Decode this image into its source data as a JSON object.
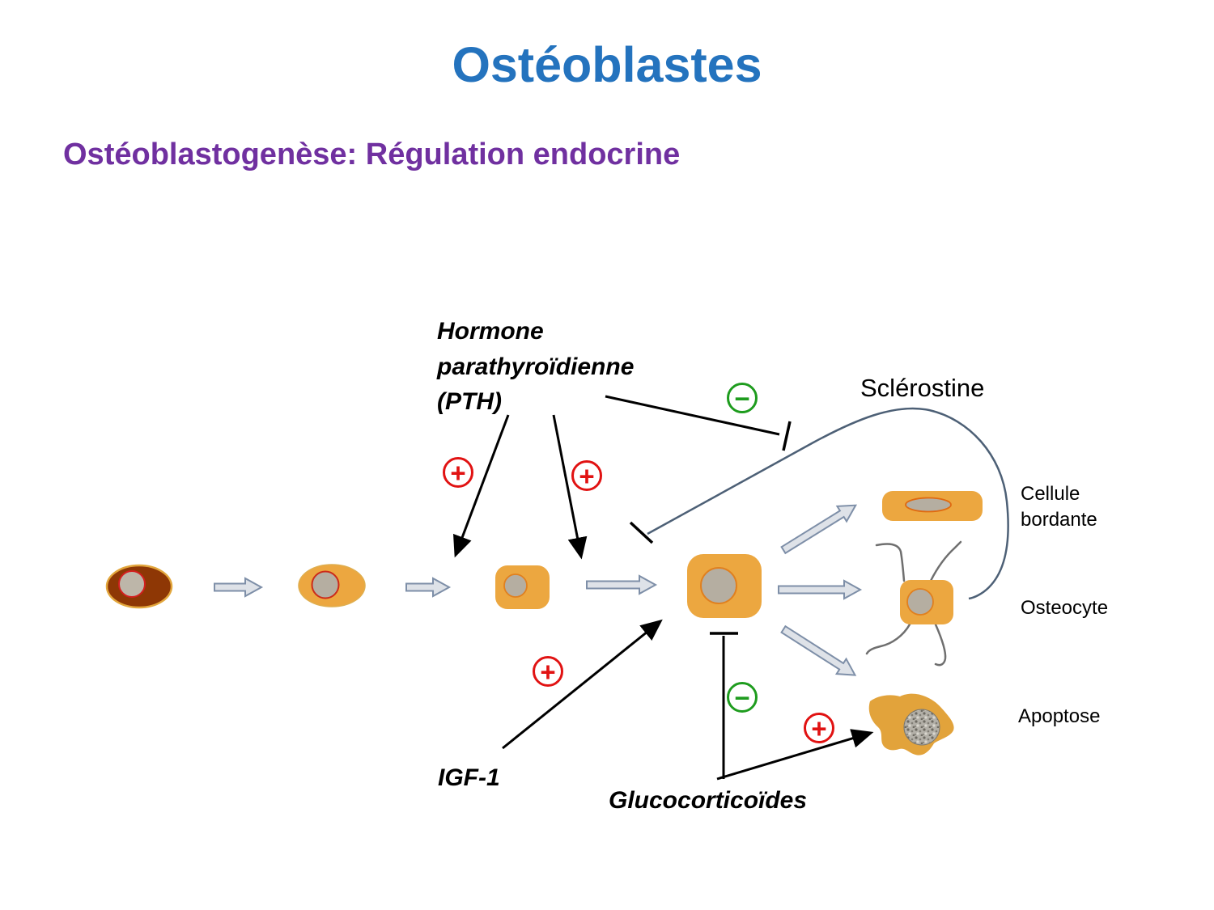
{
  "slide": {
    "title": "Ostéoblastes",
    "subtitle": "Ostéoblastogenèse: Régulation endocrine"
  },
  "factors": {
    "pth": "Hormone parathyroïdienne (PTH)",
    "igf1": "IGF-1",
    "glucocorticoides": "Glucocorticoïdes",
    "sclerostine": "Sclérostine"
  },
  "fates": {
    "cellule_bordante": "Cellule bordante",
    "osteocyte": "Osteocyte",
    "apoptose": "Apoptose"
  },
  "signs": {
    "plus": "+",
    "minus": "−"
  },
  "colors": {
    "title": "#2473BE",
    "subtitle": "#7030A0",
    "stimulation_red": "#E11212",
    "inhibition_green": "#1E9C1E",
    "cell_orange": "#ECA740",
    "progenitor_brown": "#8E3705",
    "nucleus_gray": "#B5AEA1",
    "sclerostine_line": "#4D6076"
  }
}
